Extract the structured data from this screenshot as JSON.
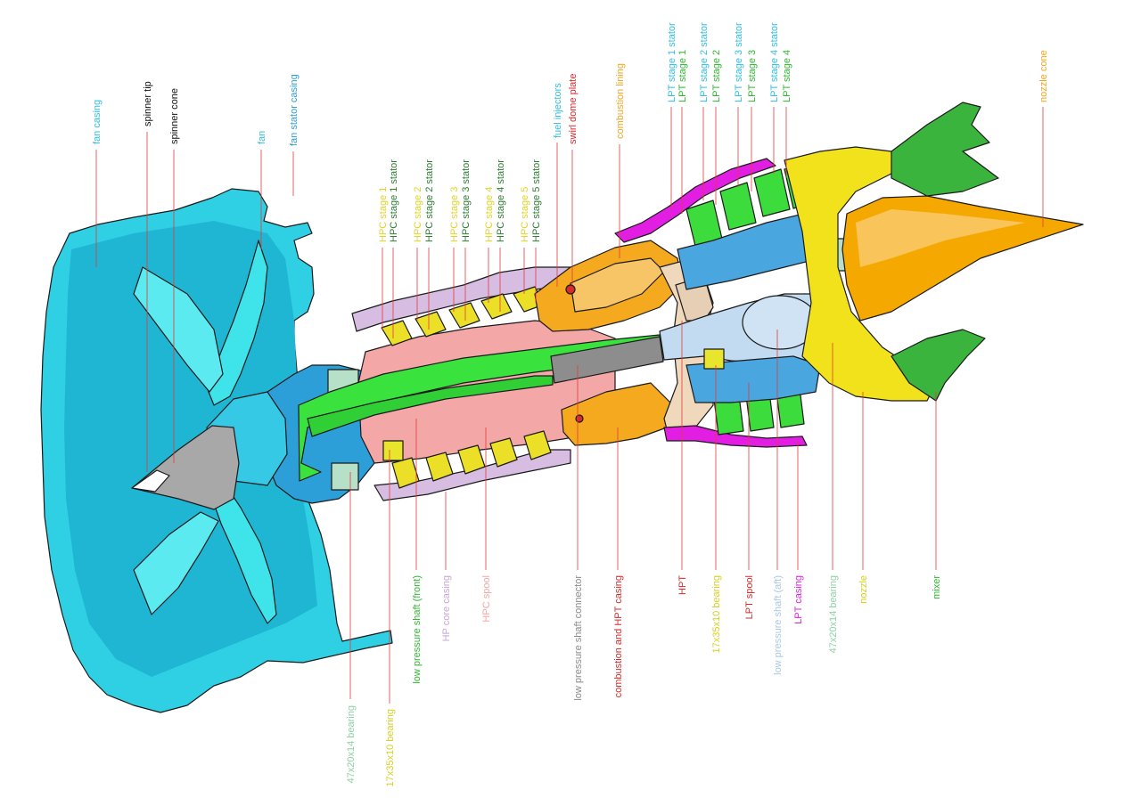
{
  "colors": {
    "fan": "#2ad0e6",
    "fan_dark": "#1aa9c9",
    "fan_blade": "#38e1e8",
    "fan_stator": "#2d9fd8",
    "spinner": "#9a9a9a",
    "hpc_stage": "#e8e025",
    "hpc_stator": "#eadf3a",
    "hp_spool": "#f2a6a6",
    "lp_shaft": "#37e23c",
    "lp_shaft_aft": "#bcd7ef",
    "connector": "#8a8a8a",
    "combustion": "#f2a51c",
    "combustion_casing": "#f6c47a",
    "lpt_blade": "#3ddc3d",
    "lpt_casing": "#e31ee3",
    "core_casing": "#c9a7d8",
    "hpt": "#e8d2b8",
    "nozzle": "#f2e21b",
    "nozzle_cone": "#f5a800",
    "mixer": "#34b53a",
    "bearing": "#b7e0c9",
    "bearing_yellow": "#e9e52c",
    "leader": "#e23b3b",
    "leader_dark": "#222222"
  },
  "labels": {
    "fan_casing": "fan casing",
    "spinner_tip": "spinner tip",
    "spinner_cone": "spinner cone",
    "fan": "fan",
    "fan_stator_casing": "fan stator casing",
    "hpc_stage_1": "HPC stage 1",
    "hpc_stage_1_stator": "HPC stage 1  stator",
    "hpc_stage_2": "HPC stage 2",
    "hpc_stage_2_stator": "HPC stage 2 stator",
    "hpc_stage_3": "HPC stage 3",
    "hpc_stage_3_stator": "HPC stage 3 stator",
    "hpc_stage_4": "HPC stage 4",
    "hpc_stage_4_stator": "HPC stage 4 stator",
    "hpc_stage_5": "HPC stage 5",
    "hpc_stage_5_stator": "HPC stage 5 stator",
    "fuel_injectors": "fuel injectors",
    "swirl_dome_plate": "swirl dome plate",
    "combustion_lining": "combustion lining",
    "lpt_stage_1_stator": "LPT stage 1 stator",
    "lpt_stage_1": "LPT stage 1",
    "lpt_stage_2_stator": "LPT stage 2 stator",
    "lpt_stage_2": "LPT stage 2",
    "lpt_stage_3_stator": "LPT stage 3 stator",
    "lpt_stage_3": "LPT stage 3",
    "lpt_stage_4_stator": "LPT stage 4 stator",
    "lpt_stage_4": "LPT stage 4",
    "nozzle_cone": "nozzle cone",
    "bearing_47_front": "47x20x14 bearing",
    "bearing_17_front": "17x35x10 bearing",
    "lp_shaft_front": "low pressure shaft (front)",
    "hp_core_casing": "HP core casing",
    "hpc_spool": "HPC spool",
    "lp_shaft_connector": "low pressure shaft connector",
    "combustion_hpt_casing": "combustion and HPT casing",
    "hpt": "HPT",
    "bearing_17_aft": "17x35x10 bearing",
    "lpt_spool": "LPT spool",
    "lp_shaft_aft": "low pressure shaft (aft)",
    "lpt_casing": "LPT casing",
    "bearing_47_aft": "47x20x14 bearing",
    "nozzle": "nozzle",
    "mixer": "mixer"
  }
}
